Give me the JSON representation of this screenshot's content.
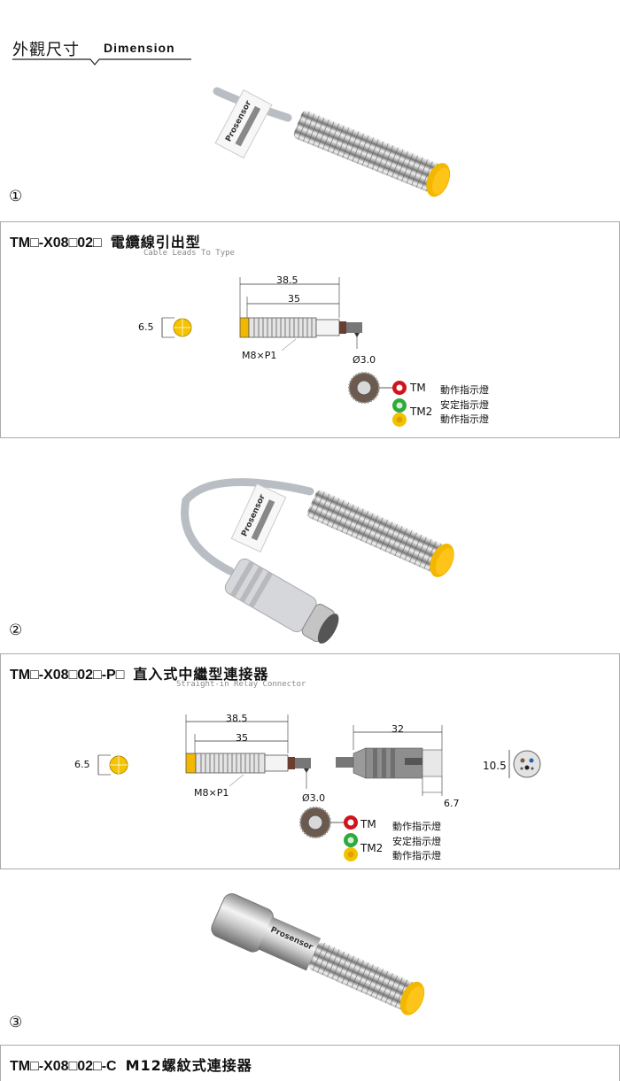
{
  "header": {
    "title_cn": "外觀尺寸",
    "title_en": "Dimension"
  },
  "sections": [
    {
      "number": "①",
      "model": "TM□-X08□02□",
      "name_cn": "電纜線引出型",
      "name_en": "Cable Leads To Type",
      "dims": {
        "overall": "38.5",
        "thread_len": "35",
        "face": "6.5",
        "thread": "M8×P1",
        "cable": "Ø3.0"
      }
    },
    {
      "number": "②",
      "model": "TM□-X08□02□-P□",
      "name_cn": "直入式中繼型連接器",
      "name_en": "Straight-in Relay Connector",
      "dims": {
        "overall": "38.5",
        "thread_len": "35",
        "face": "6.5",
        "thread": "M8×P1",
        "cable": "Ø3.0",
        "connector_len": "32",
        "connector_dia": "10.5",
        "connector_tail": "6.7"
      }
    },
    {
      "number": "③",
      "model": "TM□-X08□02□-C",
      "name_cn": "M12螺紋式連接器"
    }
  ],
  "leds": {
    "tm": "TM",
    "tm2": "TM2",
    "operation": "動作指示燈",
    "stable": "安定指示燈",
    "colors": {
      "red": "#d0141c",
      "green": "#2faa3c",
      "yellow": "#f2c200"
    }
  },
  "photo_label": "Prosensor",
  "colors": {
    "yellow_face": "#f2b800",
    "panel_border": "#aaaaaa"
  }
}
